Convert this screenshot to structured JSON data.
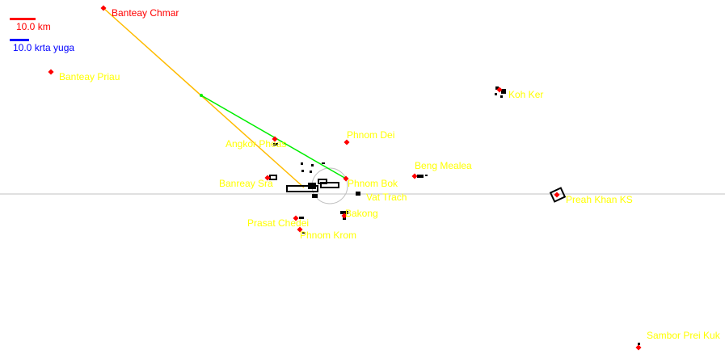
{
  "scale": {
    "km_label": "10.0 km",
    "yuga_label": "10.0 krta yuga",
    "km_color": "#ff0000",
    "yuga_color": "#0000ff"
  },
  "colors": {
    "site": "#ff0000",
    "label": "#ffff00",
    "highlight_label": "#ff0000",
    "orange_line": "#ffbb00",
    "green_line": "#00ee00",
    "axis": "#c0c0c0",
    "structures": "#000000"
  },
  "sites": [
    {
      "name": "Banteay Chmar",
      "highlight": true
    },
    {
      "name": "Banteay Priau"
    },
    {
      "name": "Koh Ker"
    },
    {
      "name": "Phnom Dei"
    },
    {
      "name": "Angkor Pheas"
    },
    {
      "name": "Beng Mealea"
    },
    {
      "name": "Phnom Bok"
    },
    {
      "name": "Banreay Sra"
    },
    {
      "name": "Vat Trach",
      "no_dot": true
    },
    {
      "name": "Preah Khan KS"
    },
    {
      "name": "Bakong"
    },
    {
      "name": "Prasat Chedei"
    },
    {
      "name": "Phnom Krom"
    },
    {
      "name": "Sambor Prei Kuk"
    }
  ]
}
